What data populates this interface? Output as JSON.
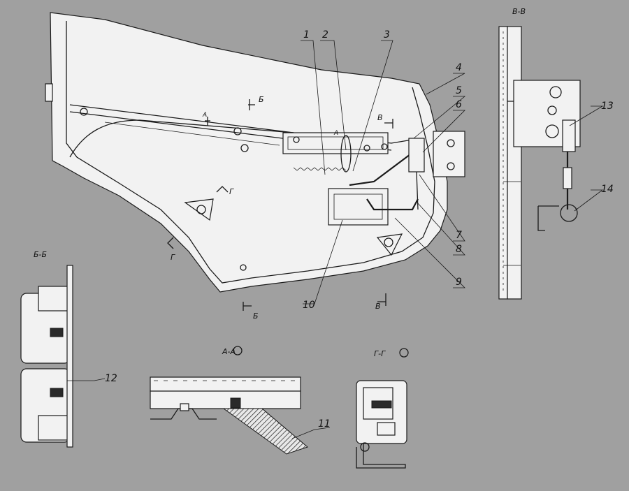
{
  "callouts": [
    "1",
    "2",
    "3",
    "4",
    "5",
    "6",
    "7",
    "8",
    "9",
    "10",
    "11",
    "12",
    "13",
    "14"
  ],
  "section_labels": {
    "bb": "Б-Б",
    "vv": "В-В",
    "aa": "А-А",
    "gg": "Г-Г"
  },
  "cut_marks": {
    "a_top": "А",
    "a_mid": "А",
    "b_top": "Б",
    "b_bottom": "Б",
    "v_top": "В",
    "v_bottom": "В",
    "g_upper": "Г",
    "g_lower": "Г"
  }
}
